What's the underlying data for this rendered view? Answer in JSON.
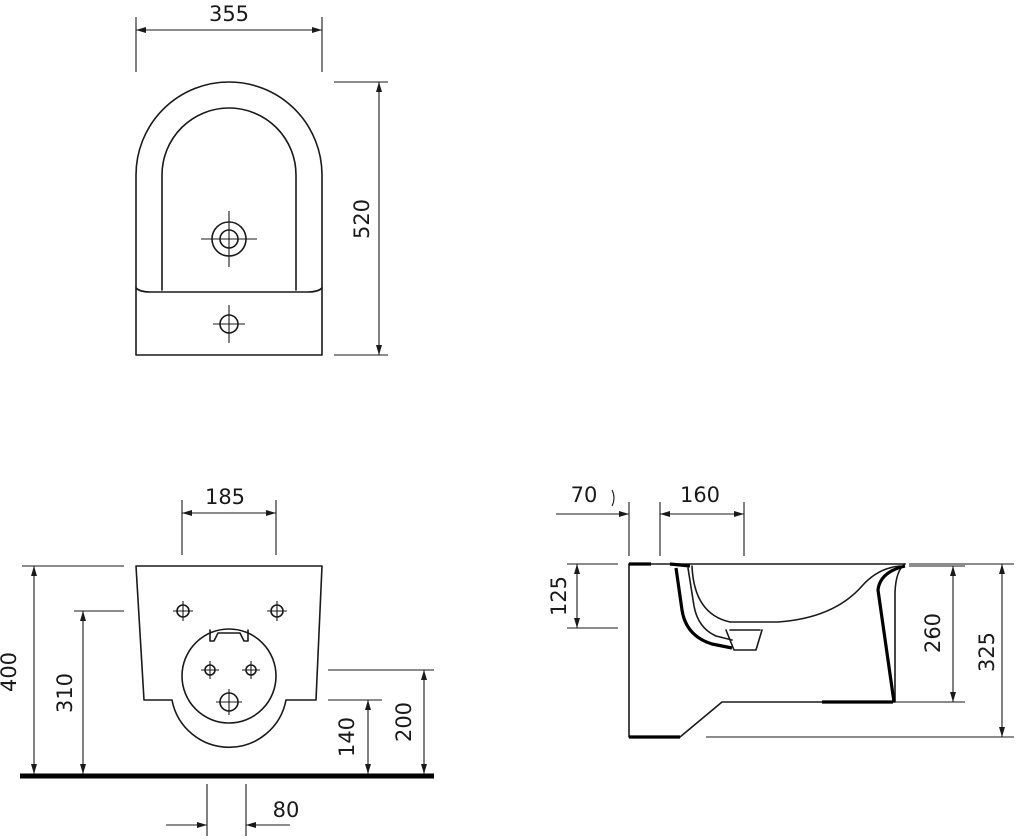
{
  "top_view": {
    "width_label": "355",
    "depth_label": "520"
  },
  "front_view": {
    "fixing_spacing_label": "185",
    "total_height_label": "400",
    "fixing_height_label": "310",
    "inlet_height_label": "140",
    "outlet_height_label": "200",
    "offset_label": "80"
  },
  "side_view": {
    "wall_gap_label": "70",
    "inlet_offset_label": "160",
    "rim_depth_label": "125",
    "outlet_height_label": "260",
    "side_height_label": "325"
  }
}
